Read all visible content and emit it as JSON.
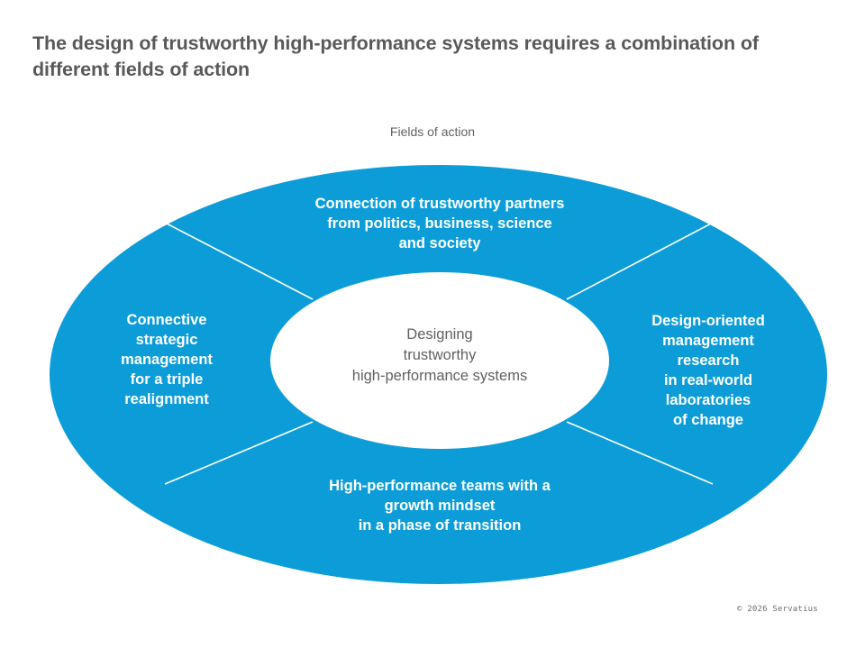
{
  "slide": {
    "title": "The design of trustworthy high-performance systems requires a combination of different fields of action",
    "chart_label": "Fields of action",
    "copyright": "© 2026 Servatius"
  },
  "colors": {
    "accent_blue": "#0C9DD9",
    "divider_white": "#FFFFFF",
    "title_gray": "#595959",
    "center_text_gray": "#616161",
    "label_gray": "#646464",
    "background": "#FFFFFF"
  },
  "diagram": {
    "type": "donut-segments",
    "center": {
      "label": "Designing\ntrustworthy\nhigh-performance systems",
      "lines": [
        "Designing",
        "trustworthy",
        "high-performance systems"
      ]
    },
    "segments": [
      {
        "position": "top",
        "label": "Connection of trustworthy partners\nfrom politics, business, science\nand society",
        "lines": [
          "Connection of trustworthy partners",
          "from politics, business, science",
          "and society"
        ]
      },
      {
        "position": "right",
        "label": "Design-oriented\nmanagement\nresearch\nin real-world\nlaboratories\nof change",
        "lines": [
          "Design-oriented",
          "management",
          "research",
          "in real-world",
          "laboratories",
          "of change"
        ]
      },
      {
        "position": "bottom",
        "label": "High-performance teams with a\ngrowth mindset\nin a phase of transition",
        "lines": [
          "High-performance teams with a",
          "growth mindset",
          "in a phase of transition"
        ]
      },
      {
        "position": "left",
        "label": "Connective\nstrategic\nmanagement\nfor a triple\nrealignment",
        "lines": [
          "Connective",
          "strategic",
          "management",
          "for a triple",
          "realignment"
        ]
      }
    ]
  }
}
